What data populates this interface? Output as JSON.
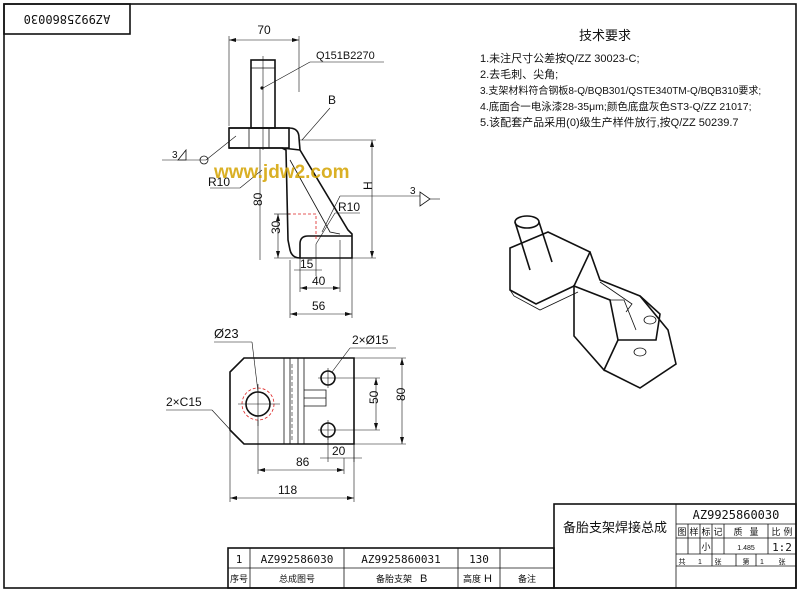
{
  "stamp": {
    "code": "AZ9925860030"
  },
  "watermark": {
    "text": "www.jdw2.com"
  },
  "tech_req": {
    "title": "技术要求",
    "lines": [
      "1.未注尺寸公差按Q/ZZ 30023-C;",
      "2.去毛刺、尖角;",
      "3.支架材料符合钢板8-Q/BQB301/QSTE340TM-Q/BQB310要求;",
      "4.底面合一电泳漆28-35μm;颜色底盘灰色ST3-Q/ZZ 21017;",
      "5.该配套产品采用(0)级生产样件放行,按Q/ZZ 50239.7"
    ]
  },
  "front_view": {
    "dim_top": "70",
    "bolt_label": "Q151B2270",
    "label_B": "B",
    "label_H": "H",
    "r10_left": "R10",
    "r10_right": "R10",
    "dim_80": "80",
    "dim_30": "30",
    "dim_15": "15",
    "dim_40": "40",
    "dim_56": "56",
    "weld_left": "3",
    "weld_right": "3"
  },
  "plan_view": {
    "dia23": "Ø23",
    "dia15": "2×Ø15",
    "chamfer": "2×C15",
    "dim_50": "50",
    "dim_80": "80",
    "dim_86": "86",
    "dim_20": "20",
    "dim_118": "118"
  },
  "title_block": {
    "drawing_name": "备胎支架焊接总成",
    "drawing_code": "AZ9925860030",
    "header": [
      "图",
      "样",
      "标",
      "记",
      "质",
      "量",
      "比",
      "例"
    ],
    "mark": "小",
    "mass": "1.485",
    "scale": "1:2",
    "sheet_row": [
      "共",
      "1",
      "张",
      "第",
      "1",
      "张"
    ]
  },
  "variant_table": {
    "row": {
      "seq": "1",
      "assembly_code": "AZ992586030",
      "bracket_code": "AZ9925860031",
      "height": "130"
    },
    "headers": {
      "seq": "序号",
      "assembly": "总成图号",
      "bracket": "备胎支架",
      "bracket_var": "B",
      "height": "高度",
      "height_var": "H",
      "note": "备注"
    }
  }
}
